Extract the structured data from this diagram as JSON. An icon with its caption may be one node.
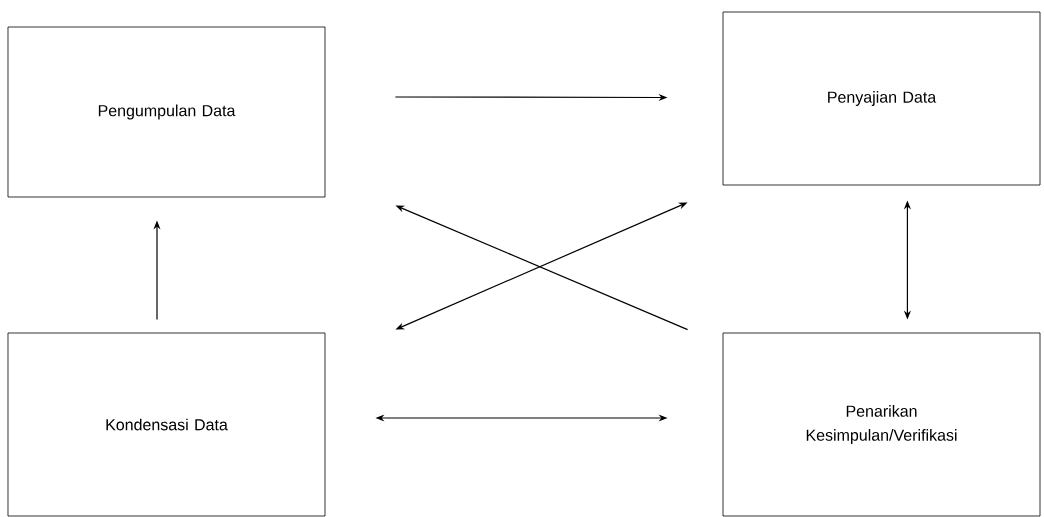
{
  "diagram": {
    "nodes": [
      {
        "text": [
          "Pengumpulan Data"
        ]
      },
      {
        "text": [
          "Penyajian Data"
        ]
      },
      {
        "text": [
          "Kondensasi Data"
        ]
      },
      {
        "text": [
          "Penarikan Kesimpulan/Verifikasi"
        ]
      }
    ],
    "edges": [
      {
        "from": 0,
        "to": 1,
        "arrow": "to"
      },
      {
        "from": 2,
        "to": 0,
        "arrow": "to"
      },
      {
        "from": 1,
        "to": 3,
        "arrow": "both"
      },
      {
        "from": 2,
        "to": 3,
        "arrow": "both"
      },
      {
        "from": 3,
        "to": 0,
        "arrow": "to"
      },
      {
        "from": 2,
        "to": 1,
        "arrow": "both"
      }
    ]
  }
}
